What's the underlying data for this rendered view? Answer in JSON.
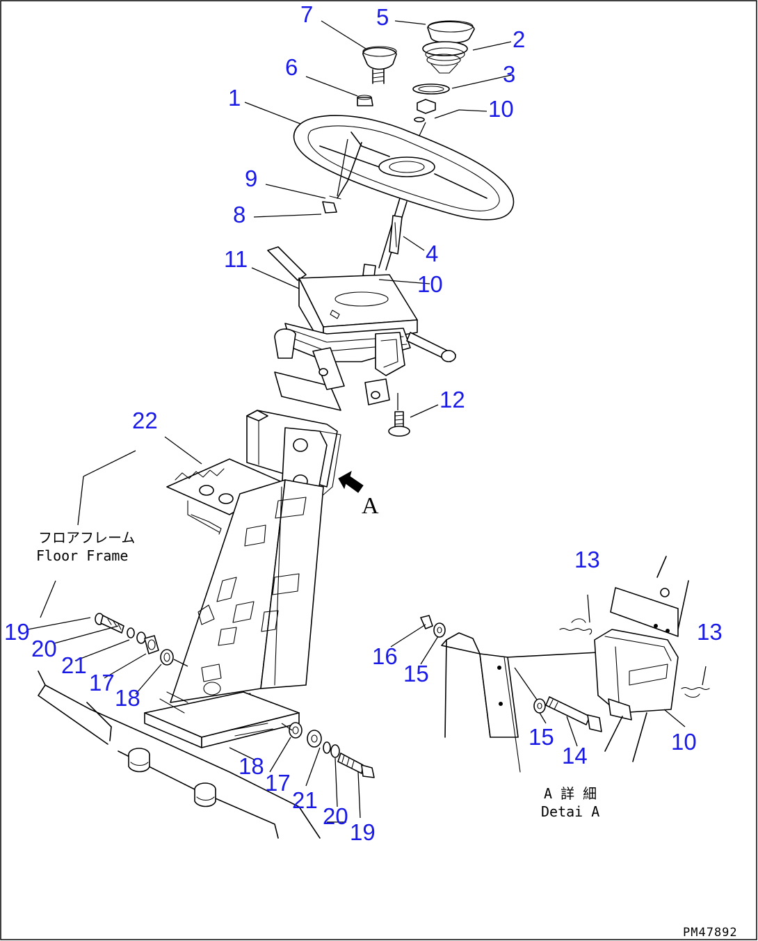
{
  "drawing_code": "PM47892",
  "labels": {
    "floor_frame_jp": "フロアフレーム",
    "floor_frame_en": "Floor Frame",
    "detail_jp": "A 詳 細",
    "detail_en": "Detai A",
    "view_arrow": "A"
  },
  "callouts": [
    {
      "id": "c7",
      "text": "7"
    },
    {
      "id": "c5",
      "text": "5"
    },
    {
      "id": "c2",
      "text": "2"
    },
    {
      "id": "c6",
      "text": "6"
    },
    {
      "id": "c3",
      "text": "3"
    },
    {
      "id": "c1",
      "text": "1"
    },
    {
      "id": "c10a",
      "text": "10"
    },
    {
      "id": "c9",
      "text": "9"
    },
    {
      "id": "c8",
      "text": "8"
    },
    {
      "id": "c4",
      "text": "4"
    },
    {
      "id": "c11",
      "text": "11"
    },
    {
      "id": "c10b",
      "text": "10"
    },
    {
      "id": "c12",
      "text": "12"
    },
    {
      "id": "c22",
      "text": "22"
    },
    {
      "id": "c13a",
      "text": "13"
    },
    {
      "id": "c13b",
      "text": "13"
    },
    {
      "id": "c19a",
      "text": "19"
    },
    {
      "id": "c20a",
      "text": "20"
    },
    {
      "id": "c21a",
      "text": "21"
    },
    {
      "id": "c17a",
      "text": "17"
    },
    {
      "id": "c18a",
      "text": "18"
    },
    {
      "id": "c16",
      "text": "16"
    },
    {
      "id": "c15a",
      "text": "15"
    },
    {
      "id": "c15b",
      "text": "15"
    },
    {
      "id": "c14",
      "text": "14"
    },
    {
      "id": "c10c",
      "text": "10"
    },
    {
      "id": "c18b",
      "text": "18"
    },
    {
      "id": "c17b",
      "text": "17"
    },
    {
      "id": "c21b",
      "text": "21"
    },
    {
      "id": "c20b",
      "text": "20"
    },
    {
      "id": "c19b",
      "text": "19"
    }
  ]
}
